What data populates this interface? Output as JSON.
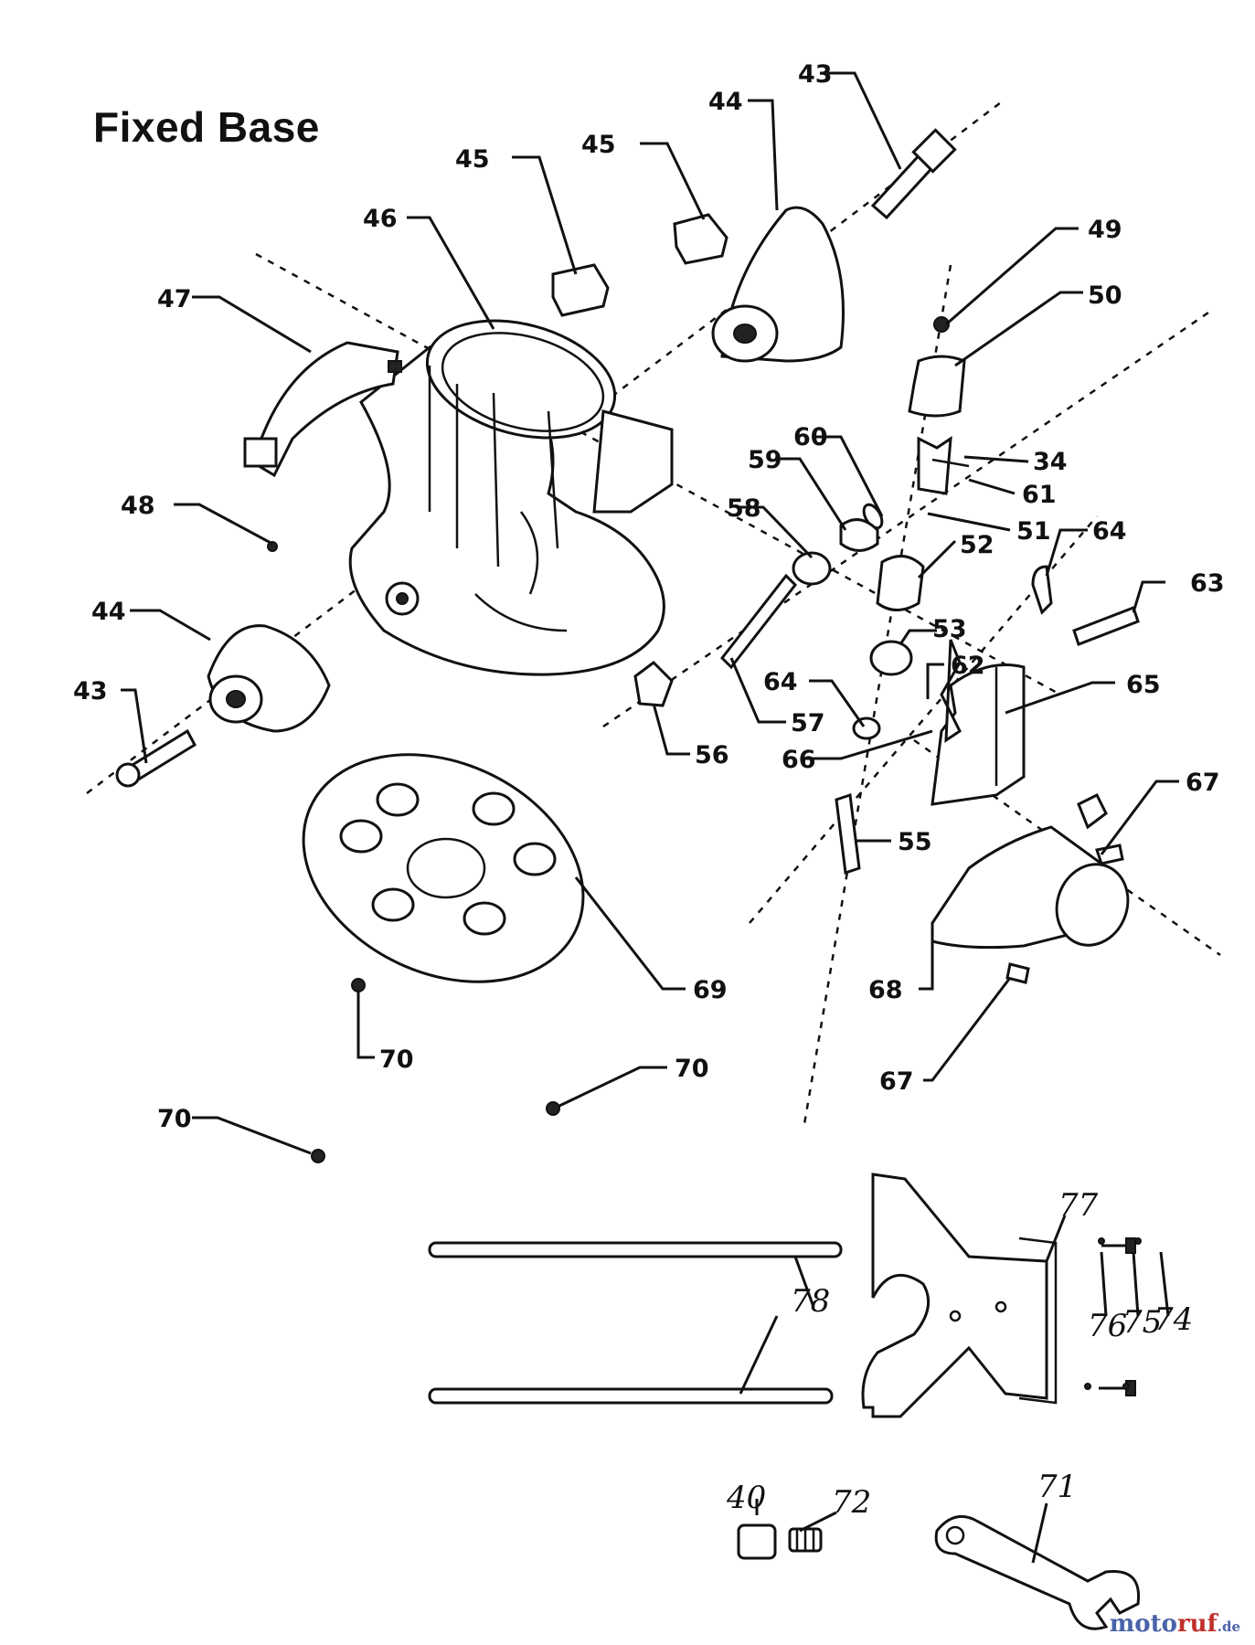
{
  "title": "Fixed Base",
  "watermark": {
    "part1": "moto",
    "part2": "ruf",
    "suffix": ".de"
  },
  "callouts": {
    "c43a": "43",
    "c44a": "44",
    "c45a": "45",
    "c45b": "45",
    "c46": "46",
    "c47": "47",
    "c49": "49",
    "c50": "50",
    "c60": "60",
    "c59": "59",
    "c58": "58",
    "c34": "34",
    "c61": "61",
    "c51": "51",
    "c64a": "64",
    "c52": "52",
    "c48": "48",
    "c63": "63",
    "c44b": "44",
    "c53": "53",
    "c62": "62",
    "c65": "65",
    "c43b": "43",
    "c64b": "64",
    "c57": "57",
    "c56": "56",
    "c66": "66",
    "c67a": "67",
    "c55": "55",
    "c69": "69",
    "c68": "68",
    "c70a": "70",
    "c70b": "70",
    "c67b": "67",
    "c70c": "70",
    "c77": "77",
    "c78": "78",
    "c76": "76",
    "c75": "75",
    "c74": "74",
    "c40": "40",
    "c72": "72",
    "c71": "71"
  }
}
